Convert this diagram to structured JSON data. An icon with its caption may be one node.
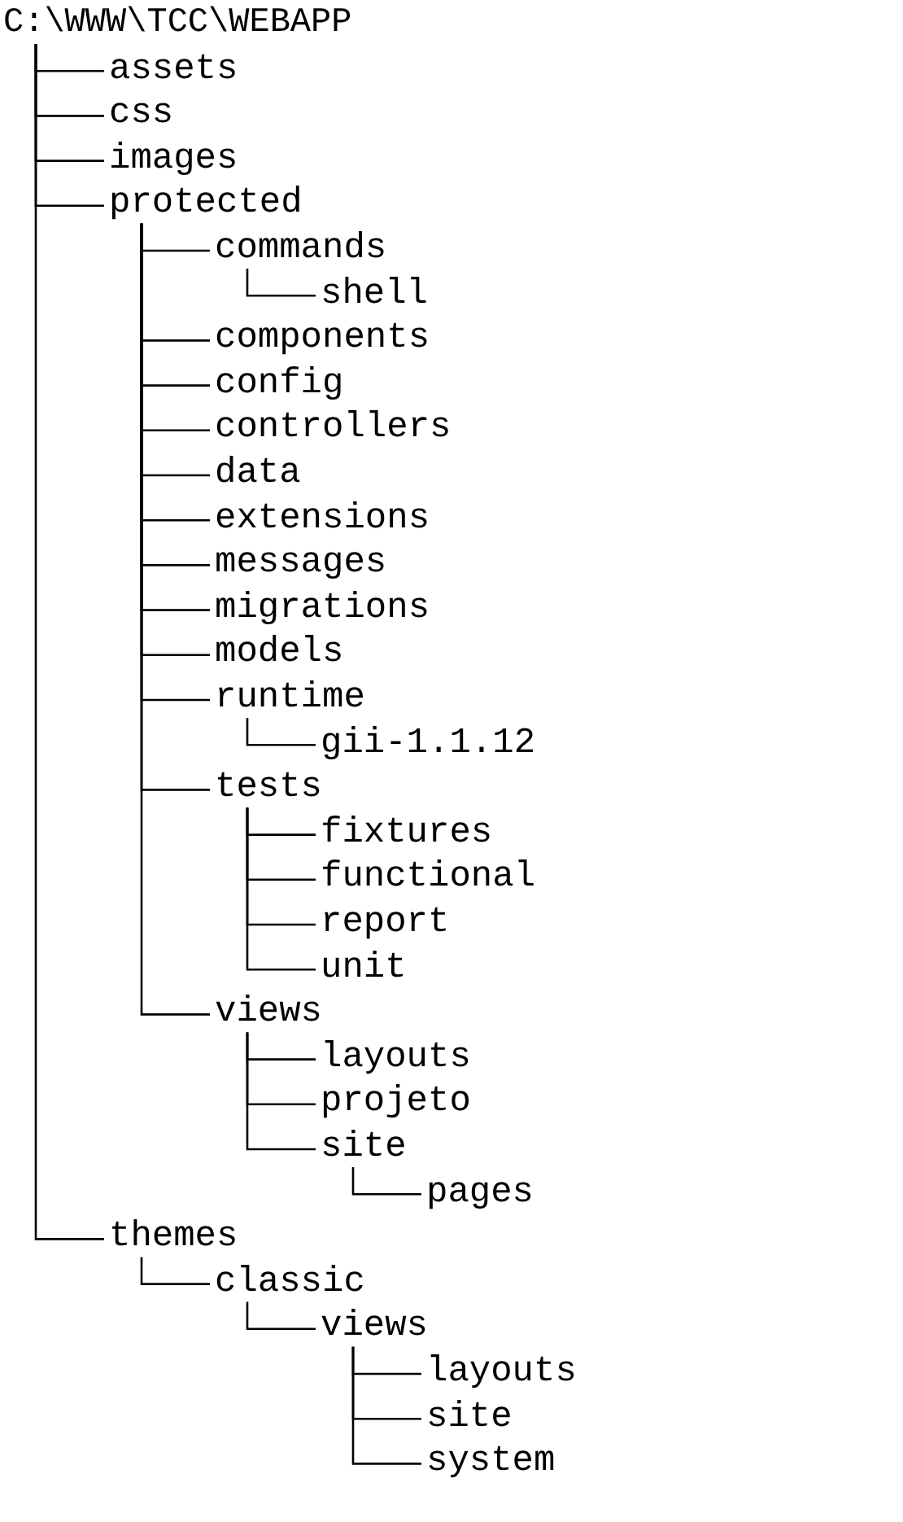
{
  "diagram": {
    "nodes": [
      {
        "text": [
          "C:\\WWW\\TCC\\WEBAPP"
        ]
      },
      {
        "text": [
          "assets"
        ]
      },
      {
        "text": [
          "css"
        ]
      },
      {
        "text": [
          "images"
        ]
      },
      {
        "text": [
          "protected"
        ]
      },
      {
        "text": [
          "commands"
        ]
      },
      {
        "text": [
          "shell"
        ]
      },
      {
        "text": [
          "components"
        ]
      },
      {
        "text": [
          "config"
        ]
      },
      {
        "text": [
          "controllers"
        ]
      },
      {
        "text": [
          "data"
        ]
      },
      {
        "text": [
          "extensions"
        ]
      },
      {
        "text": [
          "messages"
        ]
      },
      {
        "text": [
          "migrations"
        ]
      },
      {
        "text": [
          "models"
        ]
      },
      {
        "text": [
          "runtime"
        ]
      },
      {
        "text": [
          "gii-1.1.12"
        ]
      },
      {
        "text": [
          "tests"
        ]
      },
      {
        "text": [
          "fixtures"
        ]
      },
      {
        "text": [
          "functional"
        ]
      },
      {
        "text": [
          "report"
        ]
      },
      {
        "text": [
          "unit"
        ]
      },
      {
        "text": [
          "views"
        ]
      },
      {
        "text": [
          "layouts"
        ]
      },
      {
        "text": [
          "projeto"
        ]
      },
      {
        "text": [
          "site"
        ]
      },
      {
        "text": [
          "pages"
        ]
      },
      {
        "text": [
          "themes"
        ]
      },
      {
        "text": [
          "classic"
        ]
      },
      {
        "text": [
          "views"
        ]
      },
      {
        "text": [
          "layouts"
        ]
      },
      {
        "text": [
          "site"
        ]
      },
      {
        "text": [
          "system"
        ]
      }
    ],
    "edges": [
      {
        "from": 0,
        "to": 1,
        "arrow": "none"
      },
      {
        "from": 0,
        "to": 2,
        "arrow": "none"
      },
      {
        "from": 0,
        "to": 3,
        "arrow": "none"
      },
      {
        "from": 0,
        "to": 4,
        "arrow": "none"
      },
      {
        "from": 4,
        "to": 5,
        "arrow": "none"
      },
      {
        "from": 5,
        "to": 6,
        "arrow": "none"
      },
      {
        "from": 4,
        "to": 7,
        "arrow": "none"
      },
      {
        "from": 4,
        "to": 8,
        "arrow": "none"
      },
      {
        "from": 4,
        "to": 9,
        "arrow": "none"
      },
      {
        "from": 4,
        "to": 10,
        "arrow": "none"
      },
      {
        "from": 4,
        "to": 11,
        "arrow": "none"
      },
      {
        "from": 4,
        "to": 12,
        "arrow": "none"
      },
      {
        "from": 4,
        "to": 13,
        "arrow": "none"
      },
      {
        "from": 4,
        "to": 14,
        "arrow": "none"
      },
      {
        "from": 4,
        "to": 15,
        "arrow": "none"
      },
      {
        "from": 15,
        "to": 16,
        "arrow": "none"
      },
      {
        "from": 4,
        "to": 17,
        "arrow": "none"
      },
      {
        "from": 17,
        "to": 18,
        "arrow": "none"
      },
      {
        "from": 17,
        "to": 19,
        "arrow": "none"
      },
      {
        "from": 17,
        "to": 20,
        "arrow": "none"
      },
      {
        "from": 17,
        "to": 21,
        "arrow": "none"
      },
      {
        "from": 4,
        "to": 22,
        "arrow": "none"
      },
      {
        "from": 22,
        "to": 23,
        "arrow": "none"
      },
      {
        "from": 22,
        "to": 24,
        "arrow": "none"
      },
      {
        "from": 22,
        "to": 25,
        "arrow": "none"
      },
      {
        "from": 25,
        "to": 26,
        "arrow": "none"
      },
      {
        "from": 0,
        "to": 27,
        "arrow": "none"
      },
      {
        "from": 27,
        "to": 28,
        "arrow": "none"
      },
      {
        "from": 28,
        "to": 29,
        "arrow": "none"
      },
      {
        "from": 29,
        "to": 30,
        "arrow": "none"
      },
      {
        "from": 29,
        "to": 31,
        "arrow": "none"
      },
      {
        "from": 29,
        "to": 32,
        "arrow": "none"
      }
    ]
  }
}
